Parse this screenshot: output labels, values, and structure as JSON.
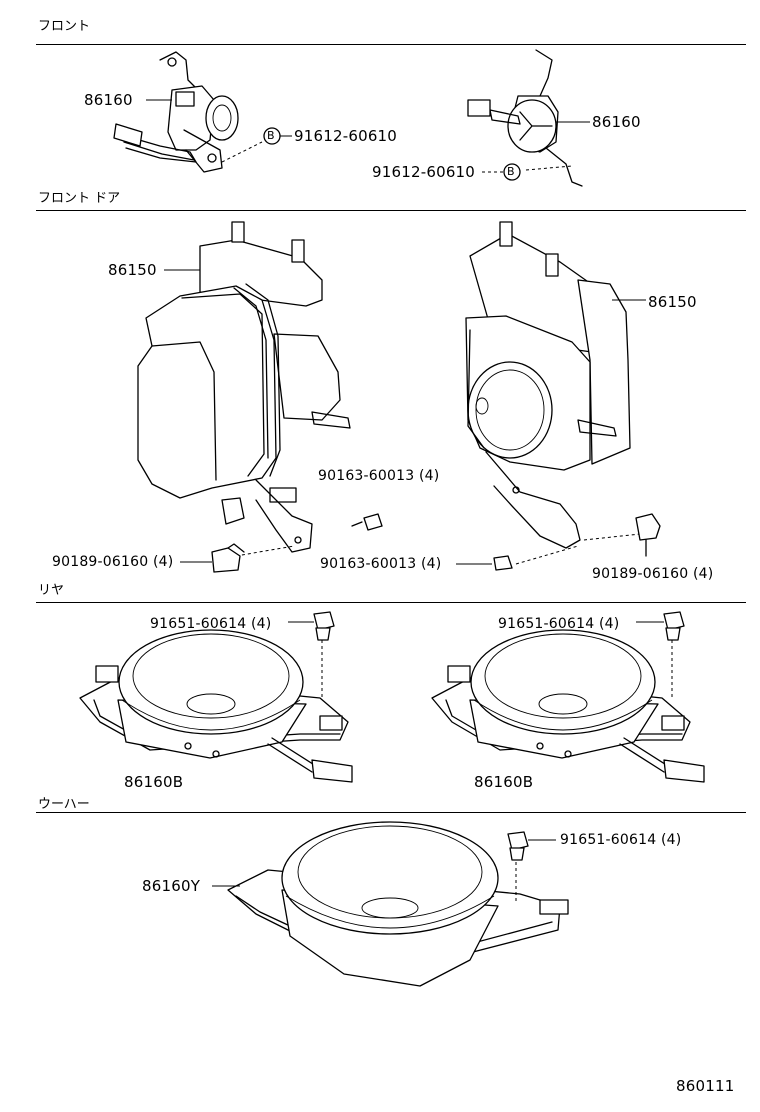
{
  "sections": {
    "front": "フロント",
    "front_door": "フロント ドア",
    "rear": "リヤ",
    "woofer": "ウーハー"
  },
  "labels": {
    "front_tweeter_left": "86160",
    "front_bolt_left": "91612-60610",
    "front_bolt_left_mark": "B",
    "front_tweeter_right": "86160",
    "front_bolt_right": "91612-60610",
    "front_bolt_right_mark": "B",
    "door_speaker_left": "86150",
    "door_speaker_right": "86150",
    "door_screw_upper": "90163-60013 (4)",
    "door_screw_lower": "90163-60013 (4)",
    "door_clip_left": "90189-06160 (4)",
    "door_clip_right": "90189-06160 (4)",
    "rear_screw_left": "91651-60614 (4)",
    "rear_screw_right": "91651-60614 (4)",
    "rear_speaker_left": "86160B",
    "rear_speaker_right": "86160B",
    "woofer_screw": "91651-60614 (4)",
    "woofer_speaker": "86160Y"
  },
  "figure_number": "860111"
}
